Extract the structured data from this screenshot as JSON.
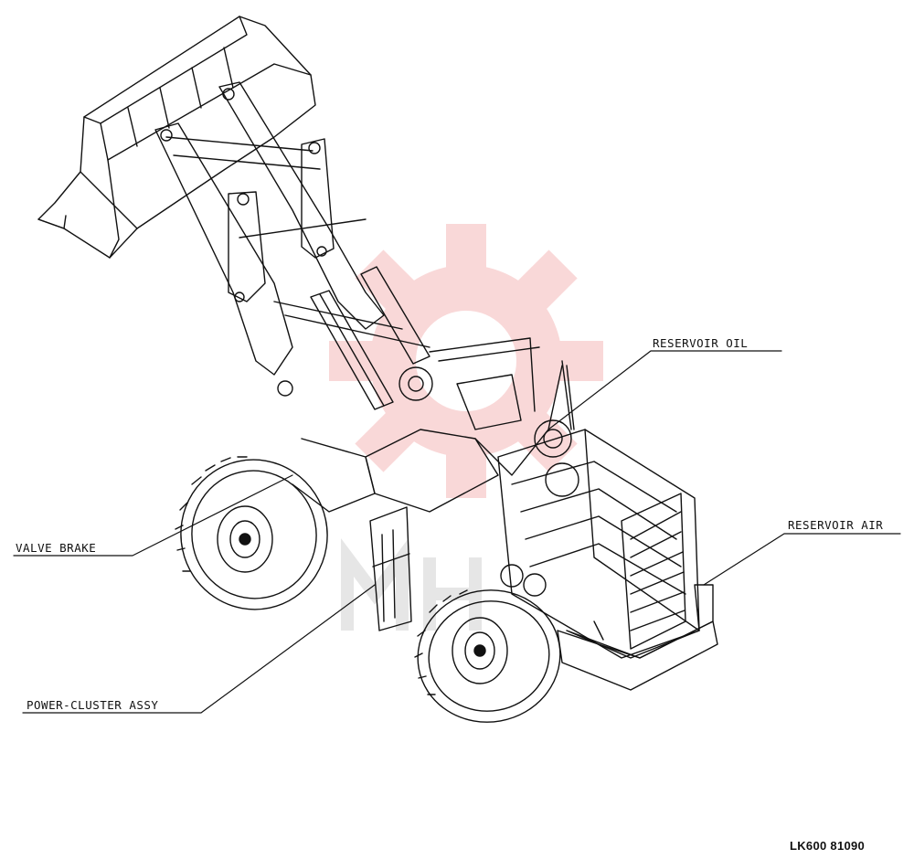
{
  "labels": {
    "reservoir_oil": "RESERVOIR OIL",
    "reservoir_air": "RESERVOIR AIR",
    "valve_brake": "VALVE BRAKE",
    "power_cluster": "POWER-CLUSTER ASSY"
  },
  "drawing_code": "LK600  81090",
  "colors": {
    "ink": "#111111",
    "watermark": "#e85050"
  },
  "watermark": "gear-logo"
}
